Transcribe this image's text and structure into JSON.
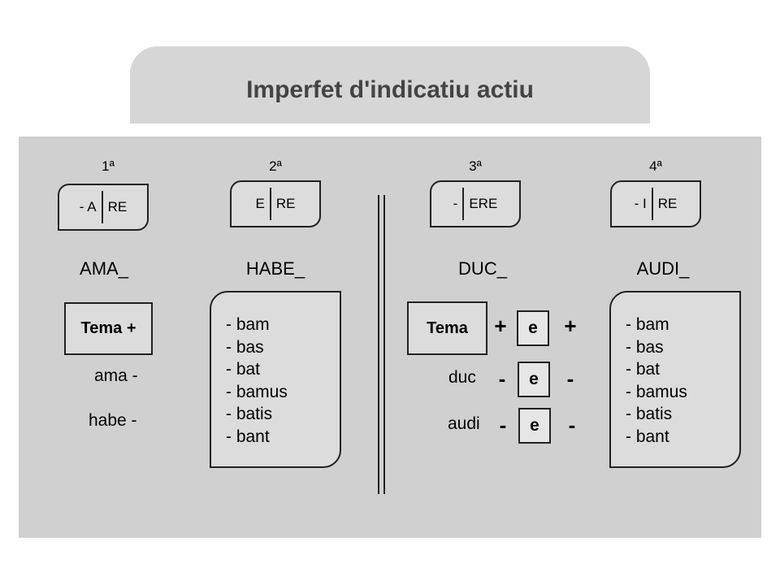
{
  "title": "Imperfet d'indicatiu actiu",
  "conjugations": [
    {
      "number": "1ª",
      "ending_left": "- A",
      "ending_right": "RE",
      "stem": "AMA_"
    },
    {
      "number": "2ª",
      "ending_left": "E",
      "ending_right": "RE",
      "stem": "HABE_"
    },
    {
      "number": "3ª",
      "ending_left": "-",
      "ending_right": "ERE",
      "stem": "DUC_"
    },
    {
      "number": "4ª",
      "ending_left": "- I",
      "ending_right": "RE",
      "stem": "AUDI_"
    }
  ],
  "left_group": {
    "tema_label": "Tema +",
    "examples": [
      "ama -",
      "habe -"
    ],
    "endings": [
      "- bam",
      "- bas",
      "- bat",
      "- bamus",
      "- batis",
      "- bant"
    ]
  },
  "right_group": {
    "tema_label": "Tema",
    "plus": "+",
    "minus": "-",
    "vowel": "e",
    "examples": [
      "duc",
      "audi"
    ],
    "endings": [
      "- bam",
      "- bas",
      "- bat",
      "- bamus",
      "- batis",
      "- bant"
    ]
  }
}
